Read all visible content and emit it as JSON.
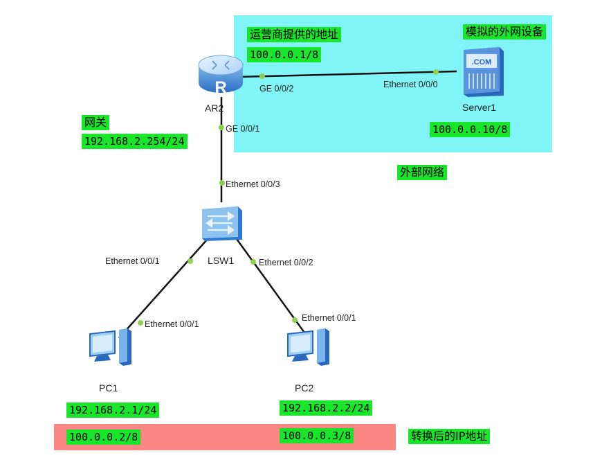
{
  "areas": {
    "external_label": "外部网络",
    "nat_label": "转换后的IP地址"
  },
  "devices": {
    "ar2": {
      "name": "AR2",
      "icon": "router-icon",
      "router_glyph": "R"
    },
    "server1": {
      "name": "Server1",
      "icon": "server-icon",
      "badge": ".COM"
    },
    "lsw1": {
      "name": "LSW1",
      "icon": "switch-icon"
    },
    "pc1": {
      "name": "PC1",
      "icon": "pc-icon"
    },
    "pc2": {
      "name": "PC2",
      "icon": "pc-icon"
    }
  },
  "ports": {
    "ar2_ge002": "GE 0/0/2",
    "server_eth000": "Ethernet 0/0/0",
    "ar2_ge001": "GE 0/0/1",
    "lsw_eth003": "Ethernet 0/0/3",
    "lsw_eth001": "Ethernet 0/0/1",
    "lsw_eth002": "Ethernet 0/0/2",
    "pc1_eth001": "Ethernet 0/0/1",
    "pc2_eth001": "Ethernet 0/0/1"
  },
  "tags": {
    "isp_title": "运营商提供的地址",
    "isp_ip": "100.0.0.1/8",
    "server_title": "模拟的外网设备",
    "server_ip": "100.0.0.10/8",
    "gw_title": "网关",
    "gw_ip": "192.168.2.254/24",
    "pc1_ip": "192.168.2.1/24",
    "pc2_ip": "192.168.2.2/24",
    "pc1_nat": "100.0.0.2/8",
    "pc2_nat": "100.0.0.3/8"
  },
  "colors": {
    "external_area": "#80f4f6",
    "nat_area": "#fb8785",
    "label_bg": "#19e62a",
    "link": "#111111",
    "port_dot": "#8fd14f"
  }
}
